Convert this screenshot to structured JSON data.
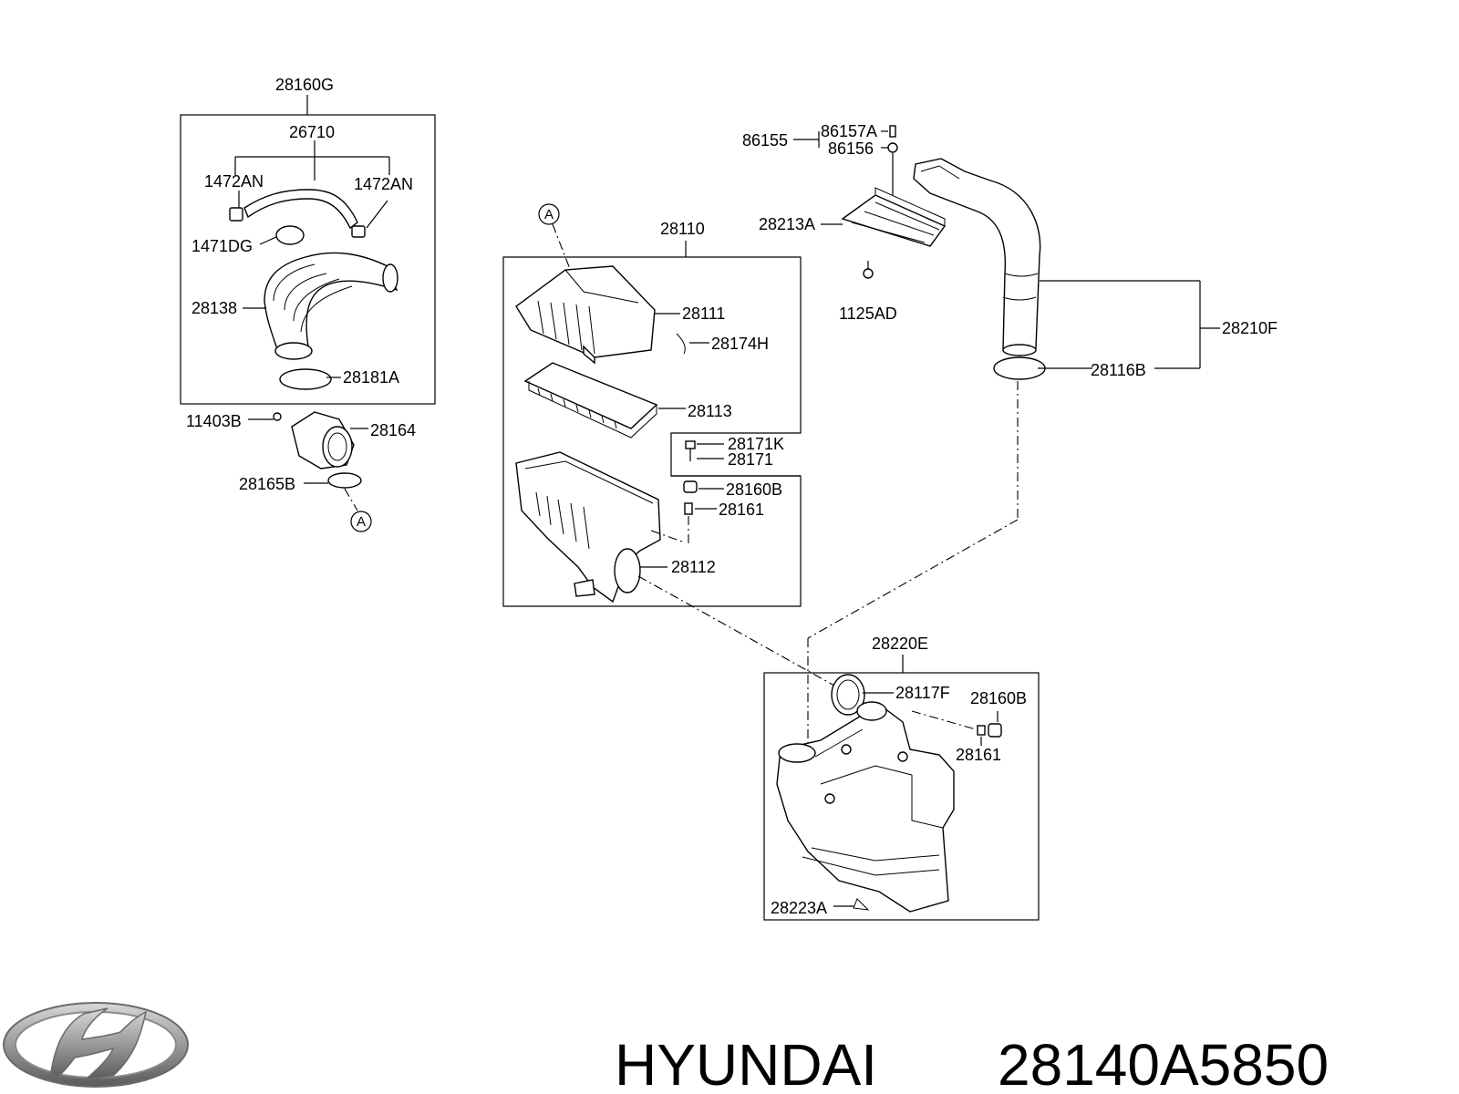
{
  "parts": {
    "p28160G": "28160G",
    "p26710": "26710",
    "p1472AN_left": "1472AN",
    "p1472AN_right": "1472AN",
    "p1471DG": "1471DG",
    "p28138": "28138",
    "p28181A": "28181A",
    "p11403B": "11403B",
    "p28164": "28164",
    "p28165B": "28165B",
    "p28110": "28110",
    "p28111": "28111",
    "p28174H": "28174H",
    "p28113": "28113",
    "p28171K": "28171K",
    "p28171": "28171",
    "p28160B_top": "28160B",
    "p28161_top": "28161",
    "p28112": "28112",
    "p86155": "86155",
    "p86157A": "86157A",
    "p86156": "86156",
    "p28213A": "28213A",
    "p1125AD": "1125AD",
    "p28210F": "28210F",
    "p28116B": "28116B",
    "p28220E": "28220E",
    "p28117F": "28117F",
    "p28160B_bottom": "28160B",
    "p28161_bottom": "28161",
    "p28223A": "28223A"
  },
  "refs": {
    "ref_a_top": "A",
    "ref_a_bottom": "A"
  },
  "footer": {
    "brand": "HYUNDAI",
    "part_number": "28140A5850"
  }
}
